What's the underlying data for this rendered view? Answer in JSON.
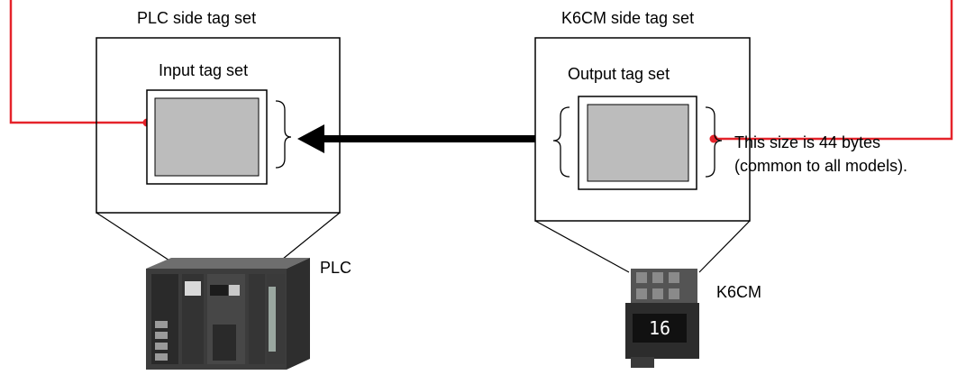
{
  "plc_side": {
    "title": "PLC side tag set",
    "inner_title": "Input tag set",
    "device_label": "PLC"
  },
  "k6cm_side": {
    "title": "K6CM side tag set",
    "inner_title": "Output tag set",
    "device_label": "K6CM",
    "display_value": "16"
  },
  "size_note": {
    "line1": "This size is 44 bytes",
    "line2": "(common to all models)."
  },
  "colors": {
    "connector_line": "#e5232a",
    "tag_fill": "#bcbcbc",
    "box_stroke": "#000000",
    "arrow": "#000000"
  }
}
